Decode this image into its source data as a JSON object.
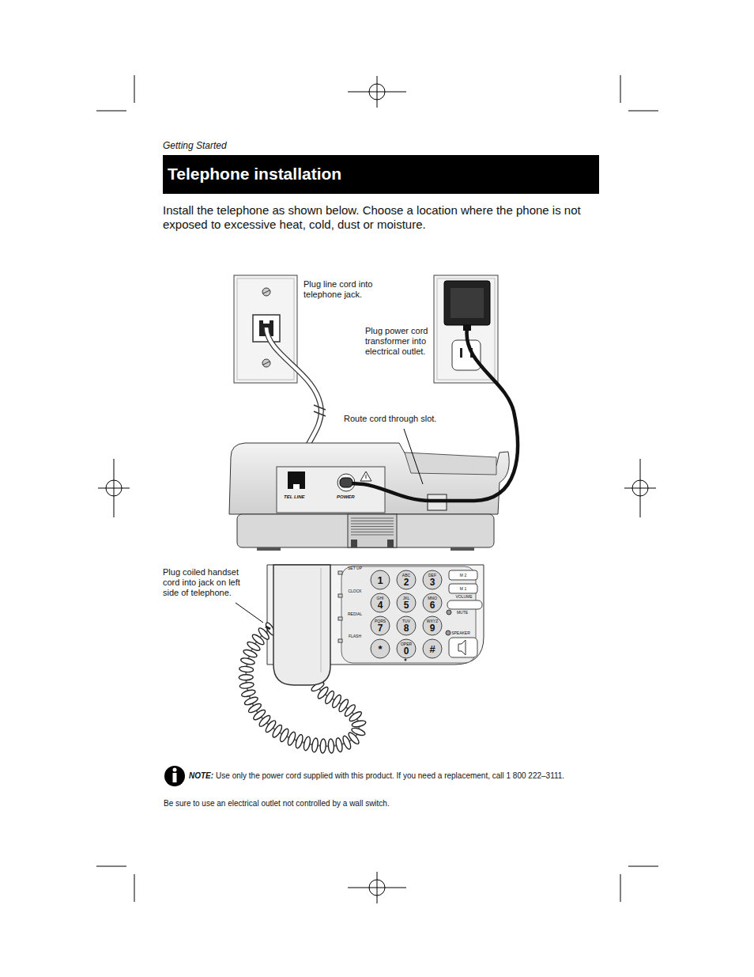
{
  "diagram": {
    "title": "Telephone installation",
    "labels": [
      "Getting Started",
      "Install the telephone as shown below. Choose a location where the phone is not exposed to excessive heat, cold, dust or moisture.",
      "Plug line cord into telephone jack.",
      "Plug power cord transformer into electrical outlet.",
      "Route cord through slot.",
      "TEL LINE",
      "POWER",
      "Plug coiled handset cord into jack on left side of telephone.",
      "SET UP",
      "CLOCK",
      "REDIAL",
      "FLASH",
      "1",
      "ABC",
      "2",
      "DEF",
      "3",
      "GHI",
      "4",
      "JKL",
      "5",
      "MNO",
      "6",
      "PQRS",
      "7",
      "TUV",
      "8",
      "WXYZ",
      "9",
      "*",
      "OPER",
      "0",
      "#",
      "M 2",
      "M 1",
      "VOLUME",
      "MUTE",
      "SPEAKER",
      "NOTE:",
      "Use only the power cord supplied with this product. If you need a replacement, call 1 800 222–3111.",
      "Be sure to use an electrical outlet not controlled by a wall switch."
    ]
  }
}
